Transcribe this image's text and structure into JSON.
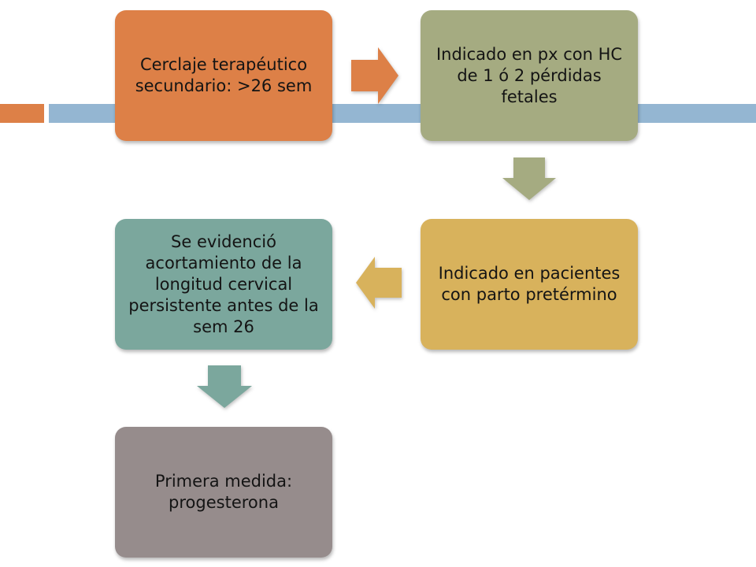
{
  "flow": {
    "box1": "Cerclaje terapéutico secundario: >26 sem",
    "box2": "Indicado en px con HC de 1 ó 2 pérdidas fetales",
    "box3": "Indicado en pacientes con parto pretérmino",
    "box4": "Se evidenció acortamiento de la longitud cervical persistente antes de la sem 26",
    "box5": "Primera medida: progesterona"
  },
  "colors": {
    "orange": "#dd8047",
    "olive": "#a5ab81",
    "gold": "#d8b25c",
    "teal": "#7ba79d",
    "taupe": "#968c8c",
    "band_blue": "#94b6d2"
  }
}
